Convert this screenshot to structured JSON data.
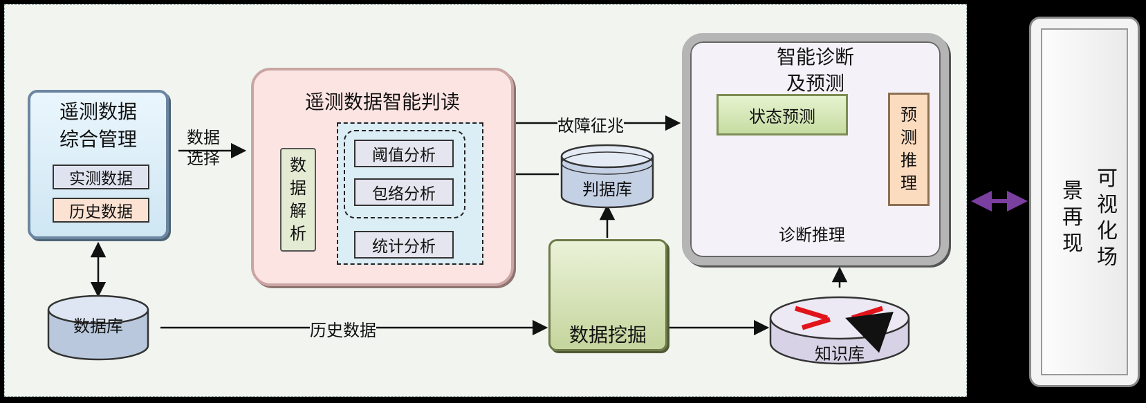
{
  "telemetry": {
    "title_line1": "遥测数据",
    "title_line2": "综合管理",
    "measured": "实测数据",
    "historical": "历史数据"
  },
  "database": {
    "label": "数据库"
  },
  "select_label": {
    "line1": "数据",
    "line2": "选择"
  },
  "judge": {
    "title": "遥测数据智能判读",
    "parse_chars": [
      "数",
      "据",
      "解",
      "析"
    ],
    "threshold": "阈值分析",
    "envelope": "包络分析",
    "statistics": "统计分析"
  },
  "fault_label": "故障征兆",
  "judge_db": {
    "label": "判据库"
  },
  "mining": {
    "label": "数据挖掘"
  },
  "history_label": "历史数据",
  "knowledge_db": {
    "label": "知识库"
  },
  "diagnosis": {
    "title_line1": "智能诊断",
    "title_line2": "及预测",
    "state_predict": "状态预测",
    "reasoning": "诊断推理",
    "predict_chars": [
      "预",
      "测",
      "推",
      "理"
    ]
  },
  "visual": {
    "col1": [
      "可",
      "视",
      "化",
      "场"
    ],
    "col2": [
      "景",
      "再",
      "现"
    ]
  },
  "colors": {
    "accent_arrow": "#7b3fa0"
  }
}
